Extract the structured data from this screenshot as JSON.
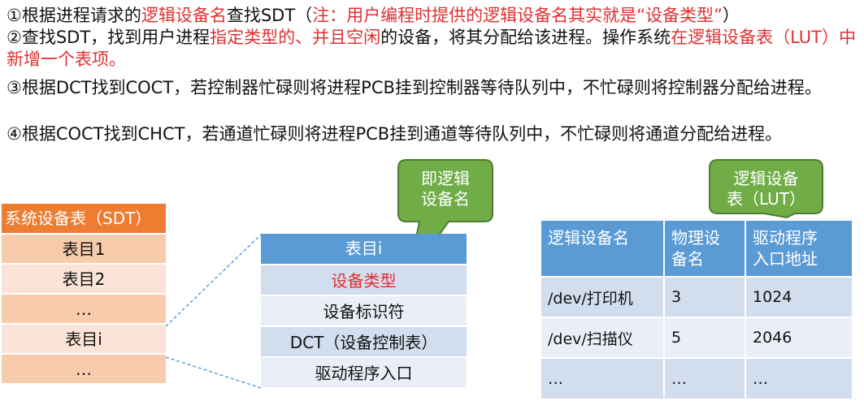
{
  "paragraphs": {
    "p1": {
      "a": "①根据进程请求的",
      "b": "逻辑设备名",
      "c": "查找SDT（",
      "d": "注：用户编程时提供的逻辑设备名其实就是“设备类型”",
      "e": "）"
    },
    "p2": {
      "a": "②查找SDT，找到用户进程",
      "b": "指定类型的、并且空闲",
      "c": "的设备，将其分配给该进程。操作系统",
      "d": "在逻辑设备表（LUT）中新增一个表项。"
    },
    "p3": "③根据DCT找到COCT，若控制器忙碌则将进程PCB挂到控制器等待队列中，不忙碌则将控制器分配给进程。",
    "p4": "④根据COCT找到CHCT，若通道忙碌则将进程PCB挂到通道等待队列中，不忙碌则将通道分配给进程。"
  },
  "sdt": {
    "title": "系统设备表（SDT）",
    "rows": [
      "表目1",
      "表目2",
      "…",
      "表目i",
      "…"
    ]
  },
  "entry": {
    "title": "表目i",
    "rows": [
      "设备类型",
      "设备标识符",
      "DCT（设备控制表）",
      "驱动程序入口"
    ]
  },
  "lut": {
    "headers": [
      "逻辑设备名",
      "物理设\n备名",
      "驱动程序\n入口地址"
    ],
    "rows": [
      [
        "/dev/打印机",
        "3",
        "1024"
      ],
      [
        "/dev/扫描仪",
        "5",
        "2046"
      ],
      [
        "…",
        "…",
        "…"
      ]
    ]
  },
  "callouts": {
    "logical_name": "即逻辑\n设备名",
    "lut": "逻辑设备\n表（LUT）"
  },
  "colors": {
    "red_text": "#e03030",
    "orange": "#ee7d31",
    "blue": "#5b9bd5",
    "green_callout": "#70ad47"
  }
}
